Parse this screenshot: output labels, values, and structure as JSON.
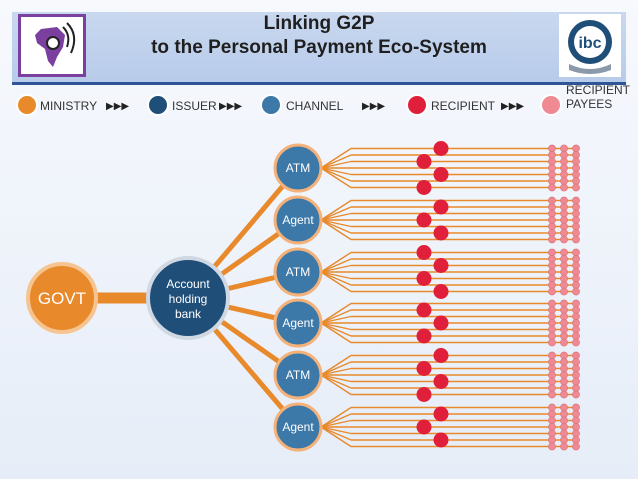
{
  "title": {
    "line1": "Linking G2P",
    "line2": "to the Personal Payment Eco-System"
  },
  "logos": {
    "left": "africa-radio-logo",
    "right_text": "ibc"
  },
  "legend": [
    {
      "label": "MINISTRY",
      "color": "#e8892b"
    },
    {
      "label": "ISSUER",
      "color": "#1f4e79"
    },
    {
      "label": "CHANNEL",
      "color": "#3c78a8"
    },
    {
      "label": "RECIPIENT",
      "color": "#e0203a"
    },
    {
      "label": "RECIPIENT PAYEES",
      "color": "#f08a92"
    }
  ],
  "legend_arrow": "▶▶▶",
  "nodes": {
    "govt": "GOVT",
    "bank": [
      "Account",
      "holding",
      "bank"
    ],
    "channels": [
      "ATM",
      "Agent",
      "ATM",
      "Agent",
      "ATM",
      "Agent"
    ]
  },
  "colors": {
    "orange": "#e8892b",
    "navy": "#1f4e79",
    "blue": "#3c78a8",
    "red": "#e0203a",
    "pink": "#f08a92"
  }
}
